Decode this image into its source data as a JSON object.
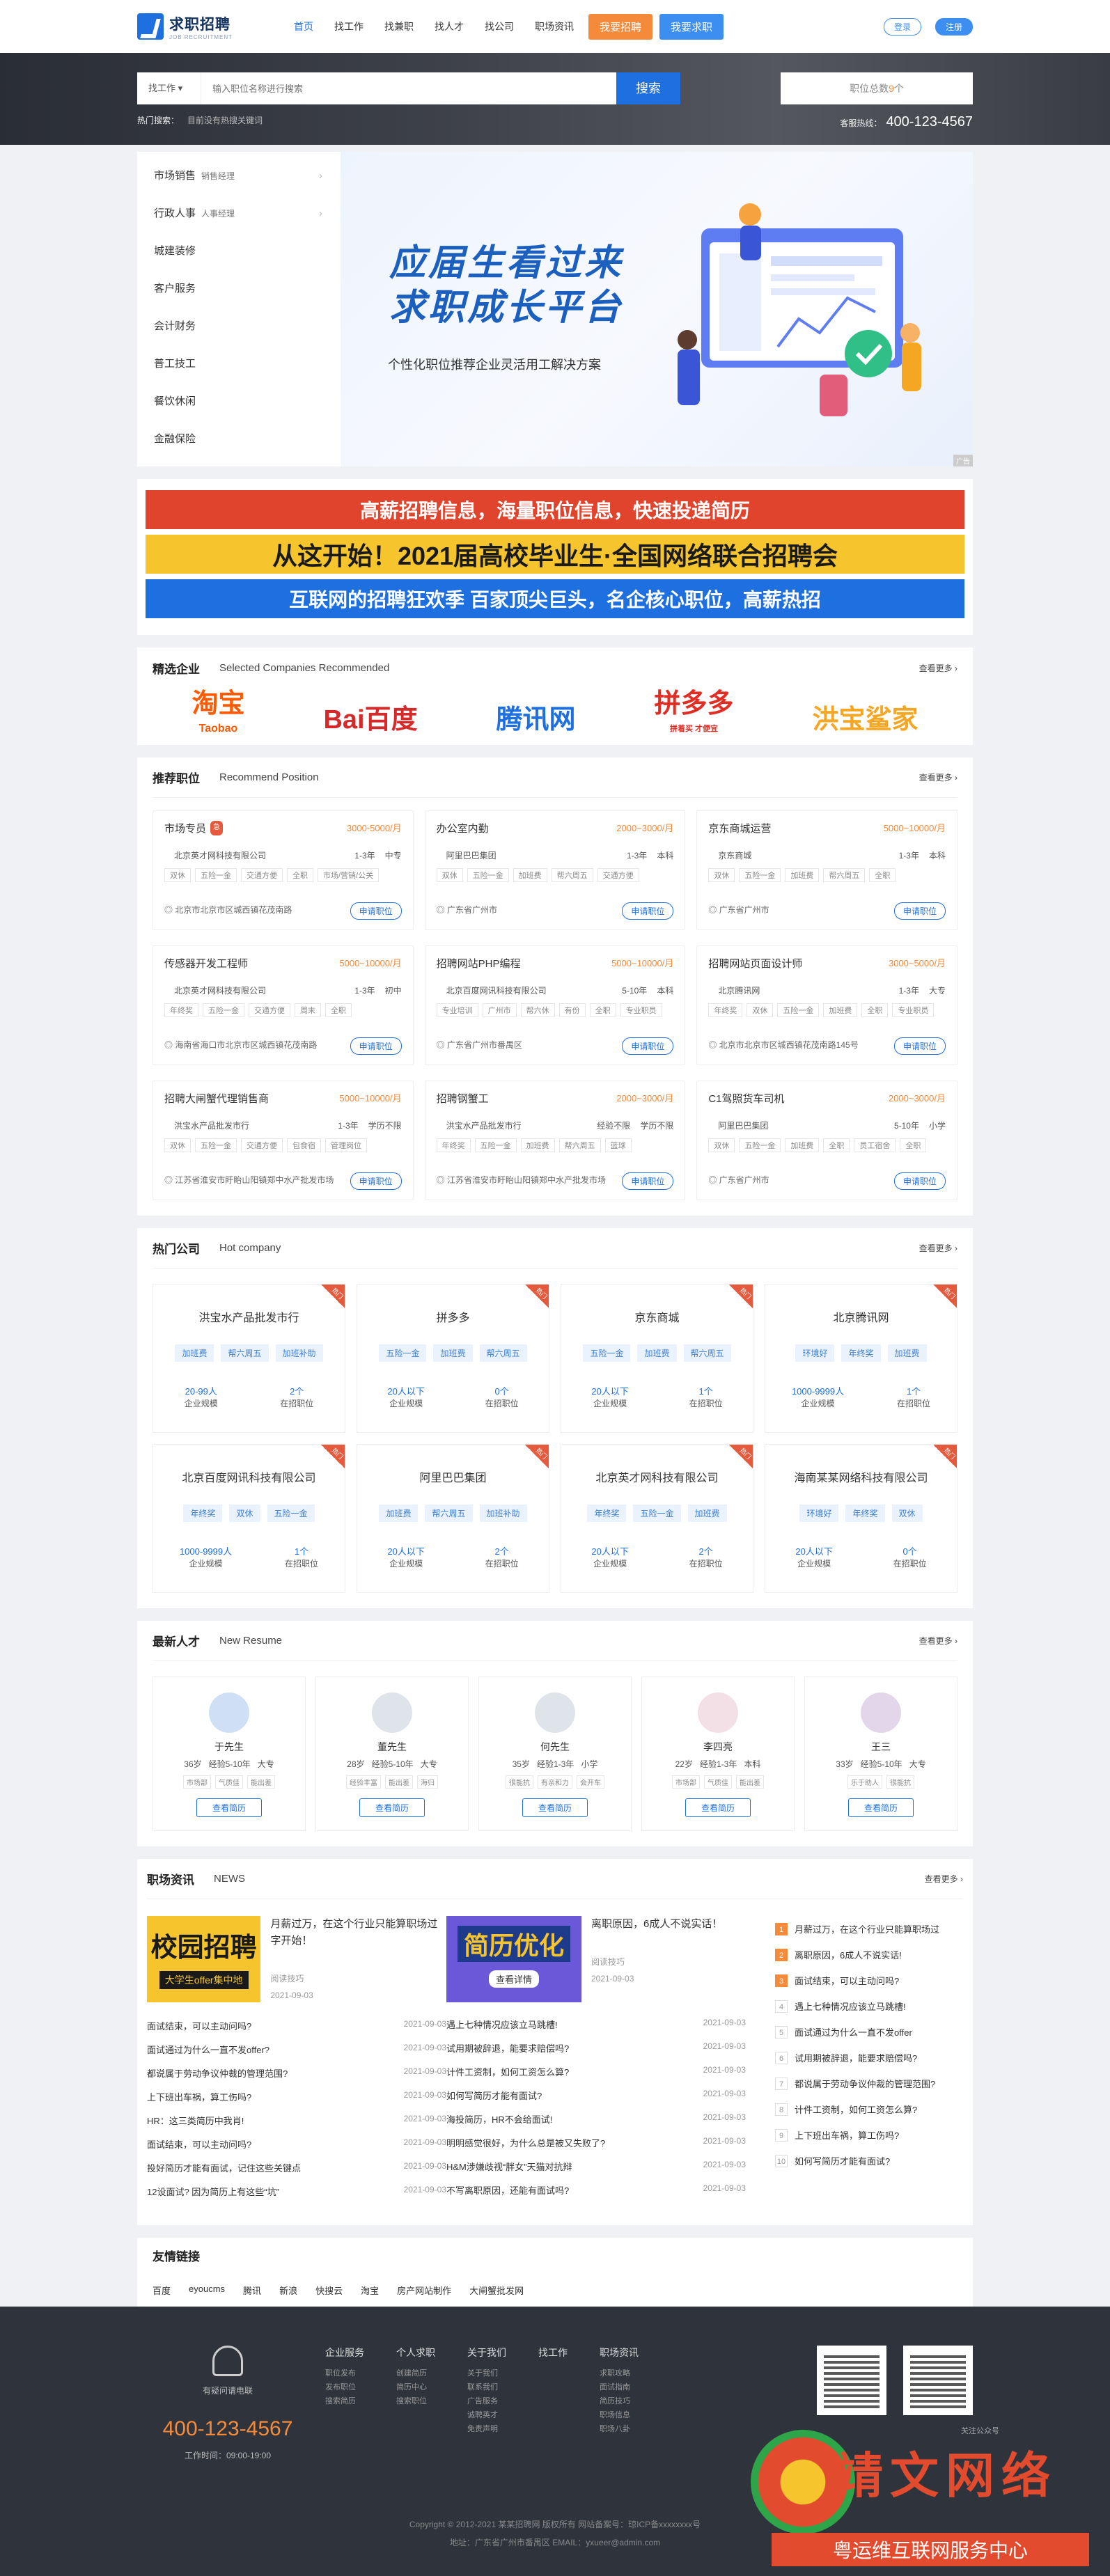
{
  "nav": {
    "logo_title": "求职招聘",
    "logo_sub": "JOB RECRUITMENT",
    "items": [
      "首页",
      "找工作",
      "找兼职",
      "找人才",
      "找公司",
      "职场资讯"
    ],
    "hire_button": "我要招聘",
    "seek_button": "我要求职",
    "login": "登录",
    "register": "注册"
  },
  "search": {
    "category": "找工作",
    "placeholder": "输入职位名称进行搜索",
    "button": "搜索",
    "count_label": "职位总数",
    "count_value": "9",
    "count_unit": "个",
    "hot_label": "热门搜索：",
    "hot_value": "目前没有热搜关键词",
    "hotline_label": "客服热线：",
    "hotline_value": "400-123-4567"
  },
  "categories": [
    {
      "name": "市场销售",
      "sub": "销售经理",
      "arrow": "›"
    },
    {
      "name": "行政人事",
      "sub": "人事经理",
      "arrow": "›"
    },
    {
      "name": "城建装修",
      "sub": "",
      "arrow": ""
    },
    {
      "name": "客户服务",
      "sub": "",
      "arrow": ""
    },
    {
      "name": "会计财务",
      "sub": "",
      "arrow": ""
    },
    {
      "name": "普工技工",
      "sub": "",
      "arrow": ""
    },
    {
      "name": "餐饮休闲",
      "sub": "",
      "arrow": ""
    },
    {
      "name": "金融保险",
      "sub": "",
      "arrow": ""
    }
  ],
  "banner": {
    "line1": "应届生看过来",
    "line2": "求职成长平台",
    "sub": "个性化职位推荐企业灵活用工解决方案",
    "ad_tag": "广告"
  },
  "ads": [
    "高薪招聘信息，海量职位信息，快速投递简历",
    "从这开始！2021届高校毕业生·全国网络联合招聘会",
    "互联网的招聘狂欢季  百家顶尖巨头，名企核心职位，高薪热招"
  ],
  "featured": {
    "title": "精选企业",
    "subtitle": "Selected Companies Recommended",
    "more": "查看更多 ›",
    "logos": [
      {
        "name": "淘宝",
        "sub": "Taobao",
        "color": "#ff5a00"
      },
      {
        "name": "Bai百度",
        "sub": "",
        "color": "#d62a2a"
      },
      {
        "name": "腾讯网",
        "sub": "",
        "color": "#1e6fe0"
      },
      {
        "name": "拼多多",
        "sub": "拼着买 才便宜",
        "color": "#e02e24"
      },
      {
        "name": "洪宝鲨家",
        "sub": "",
        "color": "#f5a623"
      }
    ]
  },
  "positions": {
    "title": "推荐职位",
    "subtitle": "Recommend Position",
    "more": "查看更多 ›",
    "apply": "申请职位",
    "items": [
      {
        "title": "市场专员",
        "hot": "急",
        "salary": "3000-5000/月",
        "company": "北京英才网科技有限公司",
        "exp": "1-3年",
        "edu": "中专",
        "tags": [
          "双休",
          "五险一金",
          "交通方便",
          "全职",
          "市场/营销/公关"
        ],
        "loc": "北京市北京市区城西镇花茂南路"
      },
      {
        "title": "办公室内勤",
        "hot": "",
        "salary": "2000~3000/月",
        "company": "阿里巴巴集团",
        "exp": "1-3年",
        "edu": "本科",
        "tags": [
          "双休",
          "五险一金",
          "加班费",
          "帮六周五",
          "交通方便"
        ],
        "loc": "广东省广州市"
      },
      {
        "title": "京东商城运营",
        "hot": "",
        "salary": "5000~10000/月",
        "company": "京东商城",
        "exp": "1-3年",
        "edu": "本科",
        "tags": [
          "双休",
          "五险一金",
          "加班费",
          "帮六周五",
          "全职"
        ],
        "loc": "广东省广州市"
      },
      {
        "title": "传感器开发工程师",
        "hot": "",
        "salary": "5000~10000/月",
        "company": "北京英才网科技有限公司",
        "exp": "1-3年",
        "edu": "初中",
        "tags": [
          "年终奖",
          "五险一金",
          "交通方便",
          "周末",
          "全职"
        ],
        "loc": "海南省海口市北京市区城西镇花茂南路"
      },
      {
        "title": "招聘网站PHP编程",
        "hot": "",
        "salary": "5000~10000/月",
        "company": "北京百度网讯科技有限公司",
        "exp": "5-10年",
        "edu": "本科",
        "tags": [
          "专业培训",
          "广州市",
          "帮六休",
          "有份",
          "全职",
          "专业职员"
        ],
        "loc": "广东省广州市番禺区"
      },
      {
        "title": "招聘网站页面设计师",
        "hot": "",
        "salary": "3000~5000/月",
        "company": "北京腾讯网",
        "exp": "1-3年",
        "edu": "大专",
        "tags": [
          "年终奖",
          "双休",
          "五险一金",
          "加班费",
          "全职",
          "专业职员"
        ],
        "loc": "北京市北京市区城西镇花茂南路145号"
      },
      {
        "title": "招聘大闸蟹代理销售商",
        "hot": "",
        "salary": "5000~10000/月",
        "company": "洪宝水产品批发市行",
        "exp": "1-3年",
        "edu": "学历不限",
        "tags": [
          "双休",
          "五险一金",
          "交通方便",
          "包食宿",
          "管理岗位"
        ],
        "loc": "江苏省淮安市盱眙山阳镇郑中水产批发市场"
      },
      {
        "title": "招聘钢蟹工",
        "hot": "",
        "salary": "2000~3000/月",
        "company": "洪宝水产品批发市行",
        "exp": "经验不限",
        "edu": "学历不限",
        "tags": [
          "年终奖",
          "五险一金",
          "加班费",
          "帮六周五",
          "篮球"
        ],
        "loc": "江苏省淮安市盱眙山阳镇郑中水产批发市场"
      },
      {
        "title": "C1驾照货车司机",
        "hot": "",
        "salary": "2000~3000/月",
        "company": "阿里巴巴集团",
        "exp": "5-10年",
        "edu": "小学",
        "tags": [
          "双休",
          "五险一金",
          "加班费",
          "全职",
          "员工宿舍",
          "全职"
        ],
        "loc": "广东省广州市"
      }
    ]
  },
  "hot_companies": {
    "title": "热门公司",
    "subtitle": "Hot company",
    "more": "查看更多 ›",
    "size_label": "企业规模",
    "jobs_label": "在招职位",
    "badge": "热门",
    "items": [
      {
        "name": "洪宝水产品批发市行",
        "tags": [
          "加班费",
          "帮六周五",
          "加班补助"
        ],
        "size": "20-99人",
        "jobs": "2个"
      },
      {
        "name": "拼多多",
        "tags": [
          "五险一金",
          "加班费",
          "帮六周五"
        ],
        "size": "20人以下",
        "jobs": "0个"
      },
      {
        "name": "京东商城",
        "tags": [
          "五险一金",
          "加班费",
          "帮六周五"
        ],
        "size": "20人以下",
        "jobs": "1个"
      },
      {
        "name": "北京腾讯网",
        "tags": [
          "环境好",
          "年终奖",
          "加班费"
        ],
        "size": "1000-9999人",
        "jobs": "1个"
      },
      {
        "name": "北京百度网讯科技有限公司",
        "tags": [
          "年终奖",
          "双休",
          "五险一金"
        ],
        "size": "1000-9999人",
        "jobs": "1个"
      },
      {
        "name": "阿里巴巴集团",
        "tags": [
          "加班费",
          "帮六周五",
          "加班补助"
        ],
        "size": "20人以下",
        "jobs": "2个"
      },
      {
        "name": "北京英才网科技有限公司",
        "tags": [
          "年终奖",
          "五险一金",
          "加班费"
        ],
        "size": "20人以下",
        "jobs": "2个"
      },
      {
        "name": "海南某某网络科技有限公司",
        "tags": [
          "环境好",
          "年终奖",
          "双休"
        ],
        "size": "20人以下",
        "jobs": "0个"
      }
    ]
  },
  "resumes": {
    "title": "最新人才",
    "subtitle": "New Resume",
    "more": "查看更多 ›",
    "view": "查看简历",
    "items": [
      {
        "name": "于先生",
        "age": "36岁",
        "exp": "经验5-10年",
        "edu": "大专",
        "tags": [
          "市场部",
          "气质佳",
          "能出差"
        ]
      },
      {
        "name": "董先生",
        "age": "28岁",
        "exp": "经验5-10年",
        "edu": "大专",
        "tags": [
          "经验丰富",
          "能出差",
          "海归"
        ]
      },
      {
        "name": "何先生",
        "age": "35岁",
        "exp": "经验1-3年",
        "edu": "小学",
        "tags": [
          "很能抗",
          "有亲和力",
          "会开车"
        ]
      },
      {
        "name": "李四亮",
        "age": "22岁",
        "exp": "经验1-3年",
        "edu": "本科",
        "tags": [
          "市场部",
          "气质佳",
          "能出差"
        ]
      },
      {
        "name": "王三",
        "age": "33岁",
        "exp": "经验5-10年",
        "edu": "大专",
        "tags": [
          "乐于助人",
          "很能抗"
        ]
      }
    ]
  },
  "news": {
    "title": "职场资讯",
    "subtitle": "NEWS",
    "more": "查看更多 ›",
    "thumb1": "校园招聘",
    "thumb1_sub": "大学生offer集中地",
    "thumb2": "简历优化",
    "thumb2_sub": "查看详情",
    "head1": {
      "title": "月薪过万，在这个行业只能算职场过字开始！",
      "src": "阅读技巧",
      "date": "2021-09-03"
    },
    "head2": {
      "title": "离职原因，6成人不说实话！",
      "src": "阅读技巧",
      "date": "2021-09-03"
    },
    "left": [
      {
        "t": "面试结束，可以主动问吗?",
        "d": "2021-09-03"
      },
      {
        "t": "面试通过为什么一直不发offer?",
        "d": "2021-09-03"
      },
      {
        "t": "都说属于劳动争议仲裁的管理范围?",
        "d": "2021-09-03"
      },
      {
        "t": "上下班出车祸，算工伤吗?",
        "d": "2021-09-03"
      },
      {
        "t": "HR：这三类简历中我肖!",
        "d": "2021-09-03"
      },
      {
        "t": "面试结束，可以主动问吗?",
        "d": "2021-09-03"
      },
      {
        "t": "投好简历才能有面试，记住这些关键点",
        "d": "2021-09-03"
      },
      {
        "t": "12设面试? 因为简历上有这些“坑”",
        "d": "2021-09-03"
      }
    ],
    "mid": [
      {
        "t": "遇上七种情况应该立马跳槽!",
        "d": "2021-09-03"
      },
      {
        "t": "试用期被辞退，能要求赔偿吗?",
        "d": "2021-09-03"
      },
      {
        "t": "计件工资制，如何工资怎么算?",
        "d": "2021-09-03"
      },
      {
        "t": "如何写简历才能有面试?",
        "d": "2021-09-03"
      },
      {
        "t": "海投简历，HR不会给面试!",
        "d": "2021-09-03"
      },
      {
        "t": "明明感觉很好，为什么总是被又失败了?",
        "d": "2021-09-03"
      },
      {
        "t": "H&M涉嫌歧视“胖女”天猫对抗辩",
        "d": "2021-09-03"
      },
      {
        "t": "不写离职原因，还能有面试吗?",
        "d": "2021-09-03"
      }
    ],
    "right": [
      "月薪过万，在这个行业只能算职场过",
      "离职原因，6成人不说实话!",
      "面试结束，可以主动问吗?",
      "遇上七种情况应该立马跳槽!",
      "面试通过为什么一直不发offer",
      "试用期被辞退，能要求赔偿吗?",
      "都说属于劳动争议仲裁的管理范围?",
      "计件工资制，如何工资怎么算?",
      "上下班出车祸，算工伤吗?",
      "如何写简历才能有面试?"
    ]
  },
  "links": {
    "title": "友情链接",
    "items": [
      "百度",
      "eyoucms",
      "腾讯",
      "新浪",
      "快搜云",
      "淘宝",
      "房产网站制作",
      "大闸蟹批发网"
    ]
  },
  "footer": {
    "service_label": "有疑问请电联",
    "phone": "400-123-4567",
    "hours": "工作时间：09:00-19:00",
    "cols": [
      {
        "h": "企业服务",
        "items": [
          "职位发布",
          "发布职位",
          "搜索简历"
        ]
      },
      {
        "h": "个人求职",
        "items": [
          "创建简历",
          "简历中心",
          "搜索职位"
        ]
      },
      {
        "h": "关于我们",
        "items": [
          "关于我们",
          "联系我们",
          "广告服务",
          "诚聘英才",
          "免责声明"
        ]
      },
      {
        "h": "找工作",
        "items": []
      },
      {
        "h": "职场资讯",
        "items": [
          "求职攻略",
          "面试指南",
          "简历技巧",
          "职场信息",
          "职场八卦"
        ]
      }
    ],
    "qr1": "关注公众号",
    "copyright": "Copyright © 2012-2021 某某招聘网 版权所有 网站备案号：琼ICP备xxxxxxxx号",
    "address": "地址：广东省广州市番禺区 EMAIL：yxueer@admin.com",
    "watermark": "靖文网络",
    "watermark_sub": "粤运维互联网服务中心"
  }
}
